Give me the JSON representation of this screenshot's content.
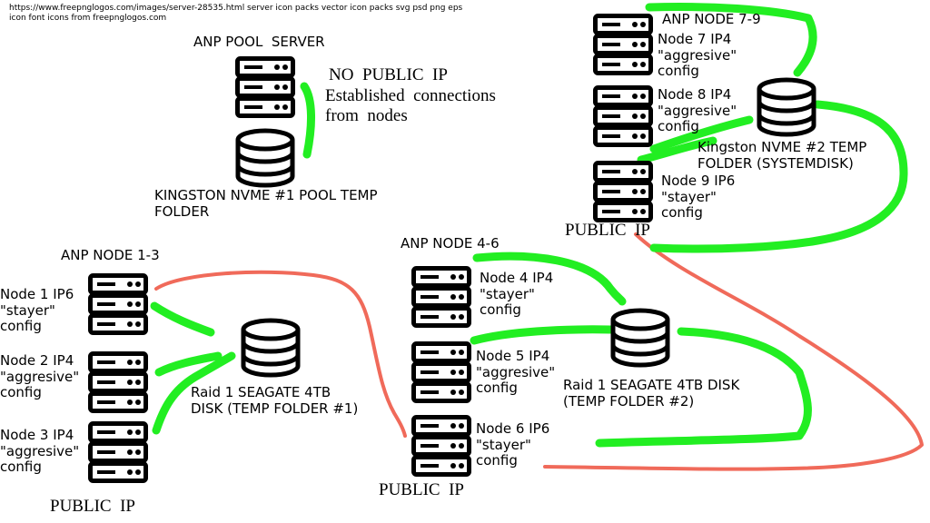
{
  "source_note": "https://www.freepnglogos.com/images/server-28535.html server icon packs vector icon packs svg psd png eps\nicon font icons from freepnglogos.com",
  "pool": {
    "title": "ANP POOL  SERVER",
    "no_public_ip": "NO  PUBLIC  IP",
    "established": "Established  connections\nfrom  nodes",
    "disk": "KINGSTON NVME #1 POOL TEMP\nFOLDER"
  },
  "group1": {
    "title": "ANP NODE 1-3",
    "node1": "Node 1 IP6\n\"stayer\"\nconfig",
    "node2": "Node 2 IP4\n\"aggresive\"\nconfig",
    "node3": "Node 3 IP4\n\"aggresive\"\nconfig",
    "disk": "Raid 1 SEAGATE 4TB\nDISK (TEMP FOLDER #1)",
    "public_ip": "PUBLIC  IP"
  },
  "group2": {
    "title": "ANP NODE 4-6",
    "node4": "Node 4 IP4\n\"stayer\"\nconfig",
    "node5": "Node 5 IP4\n\"aggresive\"\nconfig",
    "node6": "Node 6 IP6\n\"stayer\"\nconfig",
    "disk": "Raid 1 SEAGATE 4TB DISK\n(TEMP FOLDER #2)",
    "public_ip": "PUBLIC  IP"
  },
  "group3": {
    "title": "ANP NODE 7-9",
    "node7": "Node 7 IP4\n\"aggresive\"\nconfig",
    "node8": "Node 8 IP4\n\"aggresive\"\nconfig",
    "node9": "Node 9 IP6\n\"stayer\"\nconfig",
    "disk": "Kingston NVME #2 TEMP\nFOLDER (SYSTEMDISK)",
    "public_ip": "PUBLIC  IP"
  },
  "colors": {
    "local_link": "#22ee22",
    "public_link": "#f06a5a",
    "icon": "#000000"
  },
  "icons": {
    "server": "server-icon",
    "disk": "database-disk-icon"
  }
}
